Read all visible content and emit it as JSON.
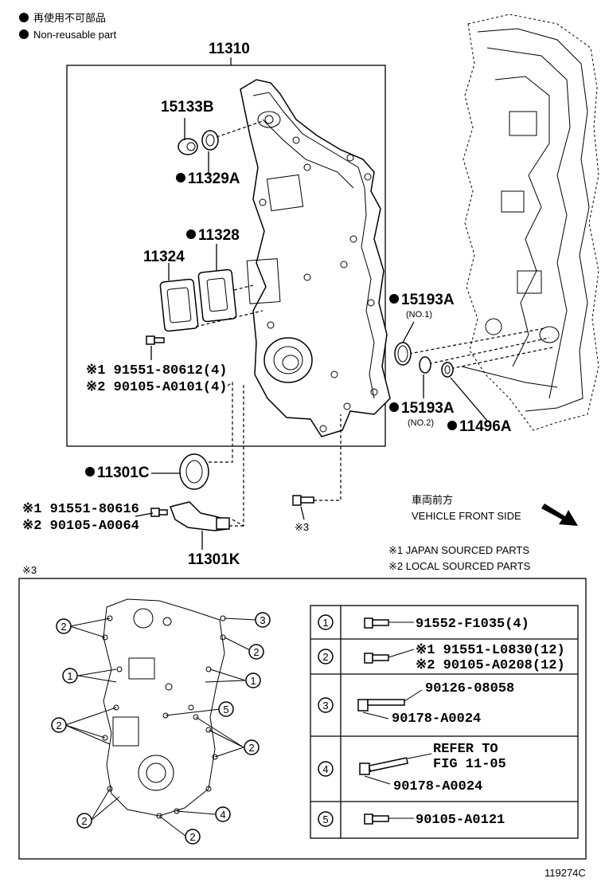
{
  "legend": {
    "jp": "再使用不可部品",
    "en": "Non-reusable part"
  },
  "assembly_number": "11310",
  "callouts": {
    "p15133B": "15133B",
    "p11329A": "11329A",
    "p11328": "11328",
    "p11324": "11324",
    "bolt_a1": "※1 91551-80612(4)",
    "bolt_a2": "※2 90105-A0101(4)",
    "p15193A_1": "15193A",
    "no1": "(NO.1)",
    "p15193A_2": "15193A",
    "no2": "(NO.2)",
    "p11496A": "11496A",
    "p11301C": "11301C",
    "bolt_b1": "※1 91551-80616",
    "bolt_b2": "※2 90105-A0064",
    "p11301K": "11301K",
    "ref3": "※3"
  },
  "direction": {
    "jp": "車両前方",
    "en": "VEHICLE FRONT SIDE"
  },
  "notes": {
    "n1": "※1 JAPAN SOURCED PARTS",
    "n2": "※2 LOCAL SOURCED PARTS",
    "detail_label": "※3"
  },
  "bolt_table": [
    {
      "key": "1",
      "lines": [
        "91552-F1035(4)"
      ]
    },
    {
      "key": "2",
      "lines": [
        "※1 91551-L0830(12)",
        "※2 90105-A0208(12)"
      ]
    },
    {
      "key": "3",
      "lines": [
        "90126-08058",
        "90178-A0024"
      ]
    },
    {
      "key": "4",
      "lines": [
        "REFER TO",
        "FIG 11-05",
        "90178-A0024"
      ]
    },
    {
      "key": "5",
      "lines": [
        "90105-A0121"
      ]
    }
  ],
  "detail_markers": [
    "2",
    "3",
    "2",
    "1",
    "1",
    "5",
    "2",
    "2",
    "4",
    "2",
    "2"
  ],
  "figure_id": "119274C"
}
